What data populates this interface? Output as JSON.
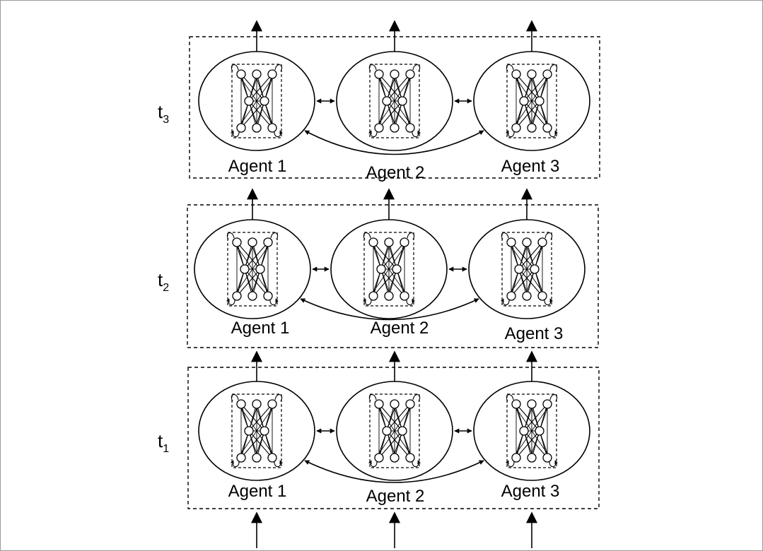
{
  "diagram": {
    "title": "",
    "time_steps": [
      {
        "base": "t",
        "sub": "3",
        "agents": [
          "Agent 1",
          "Agent 2",
          "Agent 3"
        ]
      },
      {
        "base": "t",
        "sub": "2",
        "agents": [
          "Agent 1",
          "Agent 2",
          "Agent 3"
        ]
      },
      {
        "base": "t",
        "sub": "1",
        "agents": [
          "Agent 1",
          "Agent 2",
          "Agent 3"
        ]
      }
    ],
    "network": {
      "top_nodes": 3,
      "middle_nodes": 2,
      "bottom_nodes": 3
    },
    "connections": {
      "adjacent_agents": "bidirectional",
      "agent1_to_agent3": "bidirectional",
      "between_time_steps": "upward"
    },
    "colors": {
      "stroke": "#000000",
      "background": "#ffffff",
      "frame": "#9a9a9a"
    }
  }
}
